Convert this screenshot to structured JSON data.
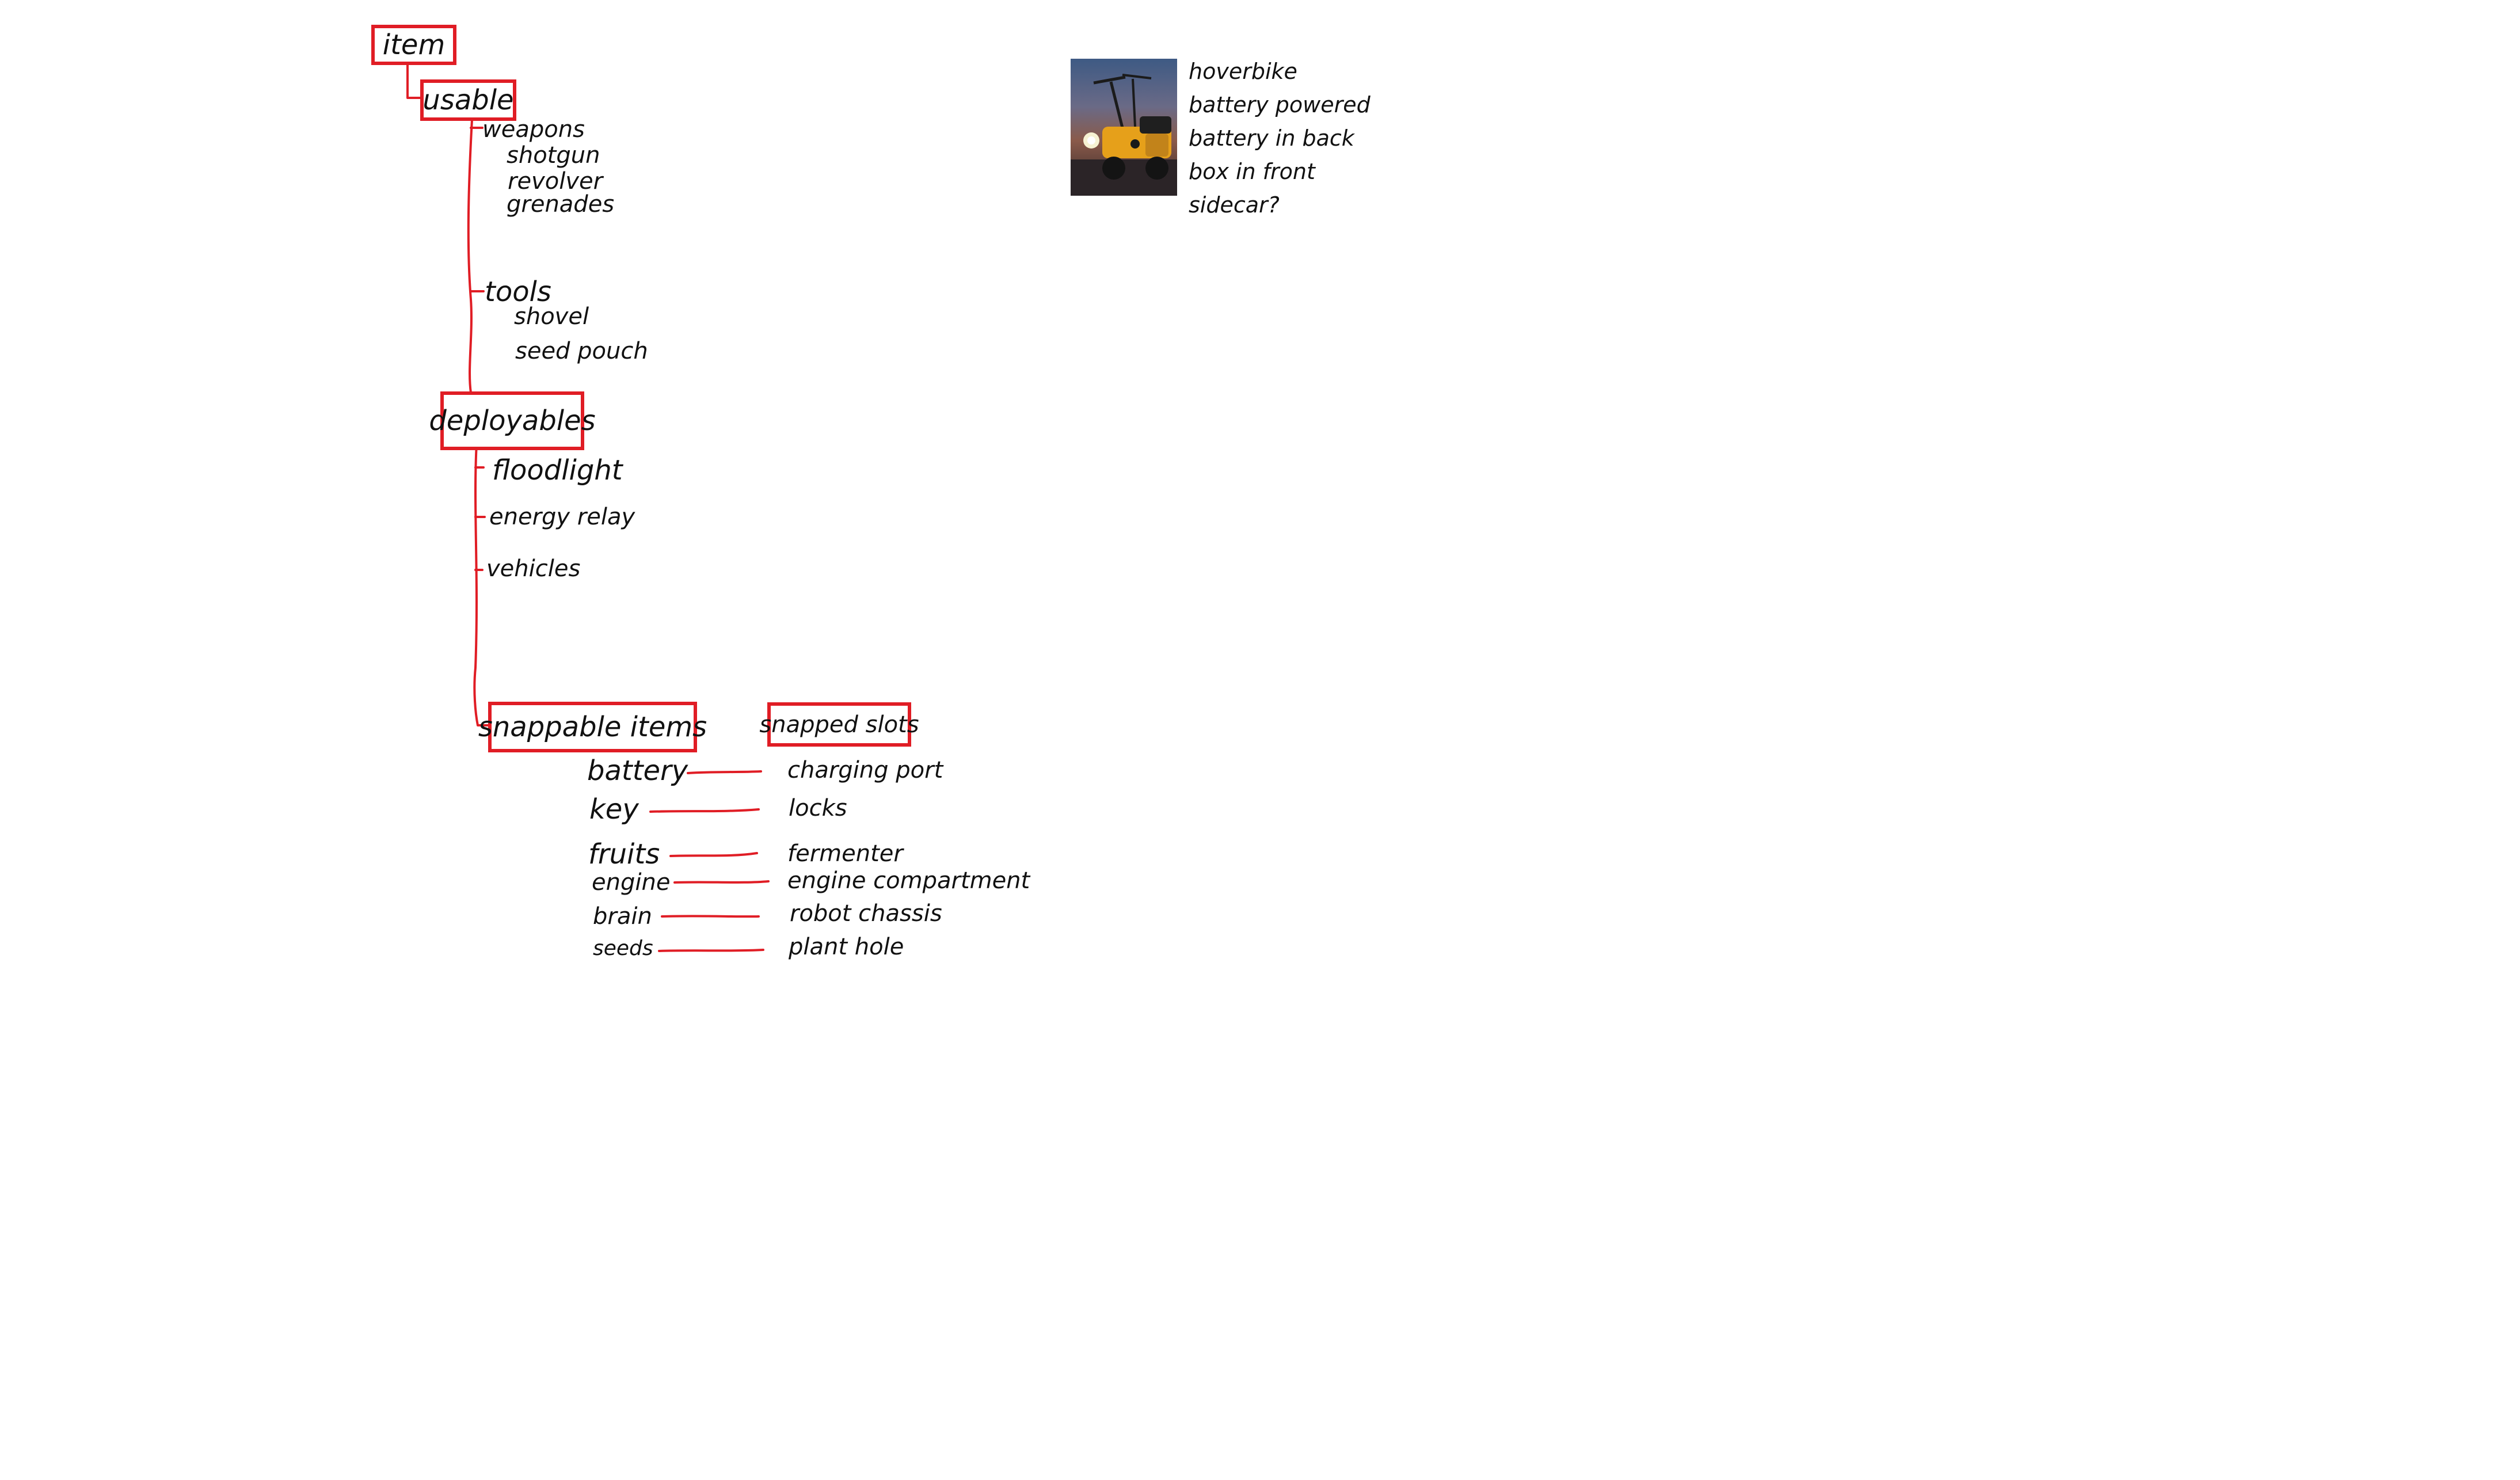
{
  "colors": {
    "accent": "#e01d25",
    "ink": "#111111",
    "background": "#ffffff"
  },
  "tree": {
    "root": "item",
    "usable": {
      "title": "usable",
      "weapons": {
        "label": "weapons",
        "children": [
          "shotgun",
          "revolver",
          "grenades"
        ]
      },
      "tools": {
        "label": "tools",
        "children": [
          "shovel",
          "seed pouch"
        ]
      }
    },
    "deployables": {
      "title": "deployables",
      "children": [
        "floodlight",
        "energy relay",
        "vehicles"
      ]
    }
  },
  "snap": {
    "items_title": "snappable items",
    "slots_title": "snapped slots",
    "items": [
      "battery",
      "key",
      "fruits",
      "engine",
      "brain",
      "seeds"
    ],
    "slots": [
      "charging port",
      "locks",
      "fermenter",
      "engine compartment",
      "robot chassis",
      "plant hole"
    ]
  },
  "note": {
    "image_icon": "hoverbike-photo",
    "lines": [
      "hoverbike",
      "battery powered",
      "battery in back",
      "box in front",
      "sidecar?"
    ]
  }
}
